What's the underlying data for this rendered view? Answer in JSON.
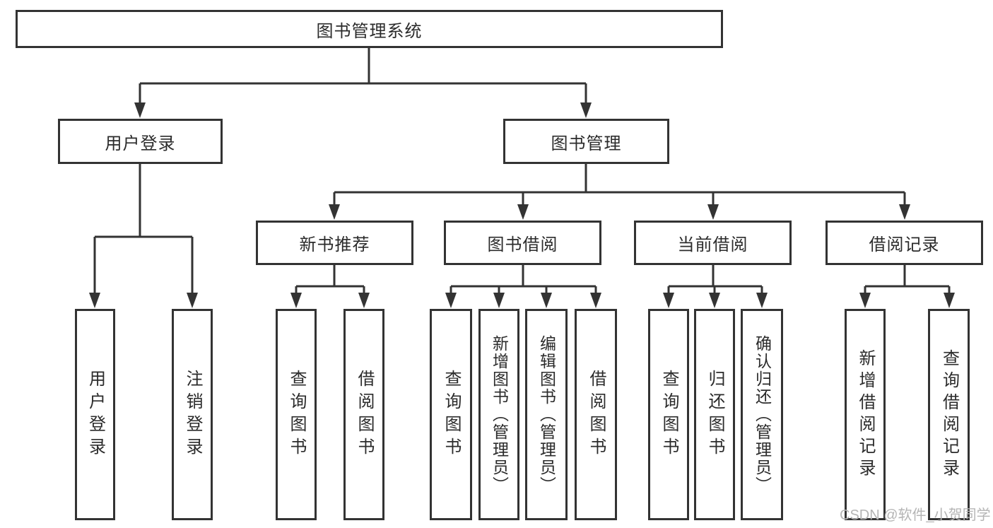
{
  "colors": {
    "line": "#333333",
    "text": "#2b2b2b",
    "box_background": "#ffffff",
    "watermark": "#b5b5b5"
  },
  "watermark": {
    "text": "CSDN @软件_小贺同学"
  },
  "tree": {
    "root": {
      "label": "图书管理系统",
      "children": [
        {
          "label": "用户登录",
          "children": [
            {
              "label": "用户登录"
            },
            {
              "label": "注销登录"
            }
          ]
        },
        {
          "label": "图书管理",
          "children": [
            {
              "label": "新书推荐",
              "children": [
                {
                  "label": "查询图书"
                },
                {
                  "label": "借阅图书"
                }
              ]
            },
            {
              "label": "图书借阅",
              "children": [
                {
                  "label": "查询图书"
                },
                {
                  "label": "新增图书（管理员）"
                },
                {
                  "label": "编辑图书（管理员）"
                },
                {
                  "label": "借阅图书"
                }
              ]
            },
            {
              "label": "当前借阅",
              "children": [
                {
                  "label": "查询图书"
                },
                {
                  "label": "归还图书"
                },
                {
                  "label": "确认归还（管理员）"
                }
              ]
            },
            {
              "label": "借阅记录",
              "children": [
                {
                  "label": "新增借阅记录"
                },
                {
                  "label": "查询借阅记录"
                }
              ]
            }
          ]
        }
      ]
    }
  }
}
